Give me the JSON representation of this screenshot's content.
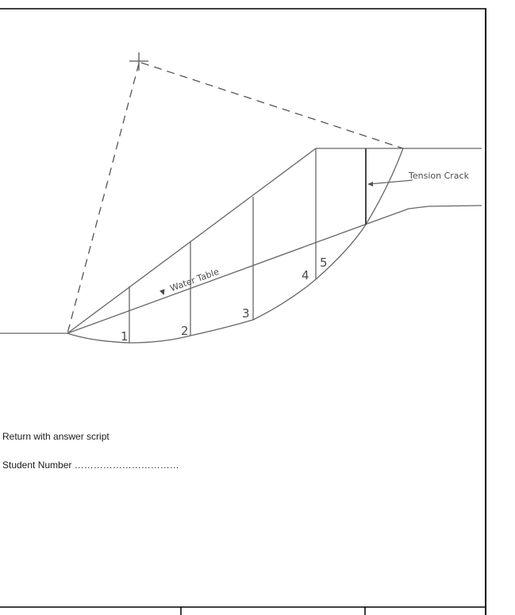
{
  "diagram": {
    "type": "slope stability - method of slices",
    "labels": {
      "tension_crack": "Tension Crack",
      "water_table": "Water Table",
      "water_table_symbol": "▼"
    },
    "slices": [
      {
        "number": "1"
      },
      {
        "number": "2"
      },
      {
        "number": "3"
      },
      {
        "number": "4"
      },
      {
        "number": "5"
      }
    ],
    "colors": {
      "line": "#555555",
      "frame": "#000000",
      "background": "#ffffff"
    }
  },
  "notes": {
    "return_text": "Return with answer script",
    "student_number_label": "Student Number",
    "student_number_dots": "……………………………"
  }
}
